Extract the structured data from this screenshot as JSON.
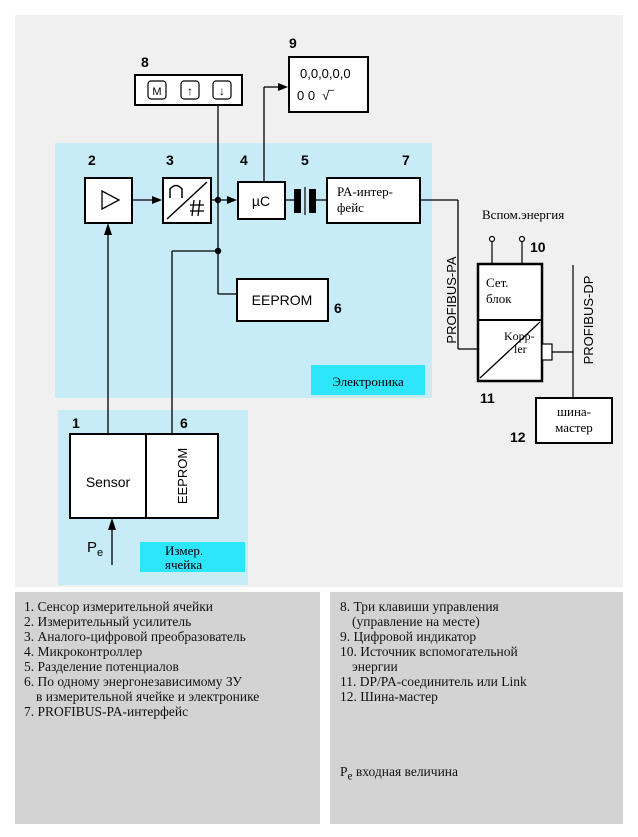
{
  "callouts": {
    "n1": "1",
    "n2": "2",
    "n3": "3",
    "n4": "4",
    "n5": "5",
    "n6a": "6",
    "n6b": "6",
    "n7": "7",
    "n8": "8",
    "n9": "9",
    "n10": "10",
    "n11": "11",
    "n12": "12"
  },
  "blocks": {
    "keys": [
      "M",
      "↑",
      "↓"
    ],
    "display_line1": "0,0,0,0,0",
    "display_line2": "0 0  √‾",
    "microcontroller": "µC",
    "pa_interface": [
      "PA-интер-",
      "фейс"
    ],
    "eeprom_electronics": "EEPROM",
    "sensor": "Sensor",
    "eeprom_cell": "EEPROM",
    "power_block": [
      "Сет.",
      "блок"
    ],
    "coupler": [
      "Kopp-",
      "ler"
    ],
    "bus_master": [
      "шина-",
      "мастер"
    ]
  },
  "labels": {
    "electronics": "Электроника",
    "measuring_cell": [
      "Измер.",
      "ячейка"
    ],
    "aux_energy": "Вспом.энергия",
    "profibus_pa": "PROFIBUS-PA",
    "profibus_dp": "PROFIBUS-DP",
    "pe_main": "P",
    "pe_sub": "e"
  },
  "legend_left": [
    "1. Сенсор измерительной ячейки",
    "2. Измерительный усилитель",
    "3. Аналого-цифровой преобразователь",
    "4. Микроконтроллер",
    "5. Разделение потенциалов",
    "6. По одному энергонезависимому ЗУ",
    "в измерительной ячейке и электронике",
    "7. PROFIBUS-PA-интерфейс"
  ],
  "legend_right": [
    "8. Три клавиши управления",
    "(управление на месте)",
    "9. Цифровой индикатор",
    "10. Источник вспомогательной",
    "энергии",
    "11. DP/PA-соединитель или Link",
    "12. Шина-мастер"
  ],
  "legend_pe": {
    "main": "P",
    "sub": "e",
    "text": " входная величина"
  },
  "colors": {
    "page_bg": "#f0f0f0",
    "electronics_bg": "#c7ecf8",
    "label_bg": "#2ee6fb",
    "legend_bg": "#d3d3d3",
    "line": "#000000"
  }
}
